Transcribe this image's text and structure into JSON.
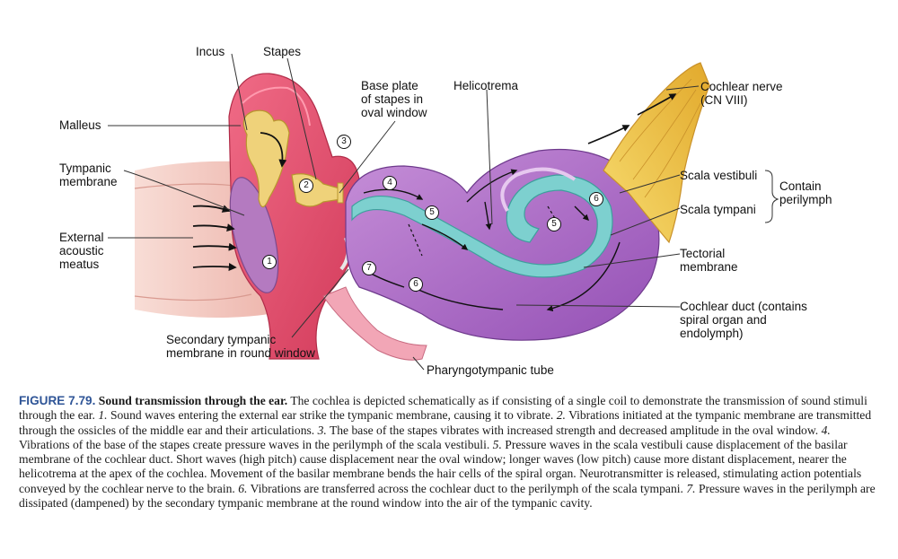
{
  "labels": {
    "incus": "Incus",
    "stapes": "Stapes",
    "malleus": "Malleus",
    "tympanic_membrane": [
      "Tympanic",
      "membrane"
    ],
    "external_acoustic_meatus": [
      "External",
      "acoustic",
      "meatus"
    ],
    "base_plate": [
      "Base plate",
      "of stapes in",
      "oval window"
    ],
    "helicotrema": "Helicotrema",
    "cochlear_nerve": [
      "Cochlear nerve",
      "(CN VIII)"
    ],
    "scala_vestibuli": "Scala vestibuli",
    "scala_tympani": "Scala tympani",
    "contain_perilymph": [
      "Contain",
      "perilymph"
    ],
    "tectorial_membrane": [
      "Tectorial",
      "membrane"
    ],
    "cochlear_duct": [
      "Cochlear duct (contains",
      "spiral organ and",
      "endolymph)"
    ],
    "secondary_tympanic": [
      "Secondary tympanic",
      "membrane in round window"
    ],
    "pharyngotympanic_tube": "Pharyngotympanic tube"
  },
  "step_markers": [
    "1",
    "2",
    "3",
    "4",
    "5",
    "5",
    "6",
    "6",
    "7"
  ],
  "caption": {
    "figure_number": "FIGURE 7.79.",
    "title": "Sound transmission through the ear.",
    "intro": "The cochlea is depicted schematically as if consisting of a single coil to demonstrate the transmission of sound stimuli through the ear.",
    "steps": [
      {
        "n": "1.",
        "text": "Sound waves entering the external ear strike the tympanic membrane, causing it to vibrate."
      },
      {
        "n": "2.",
        "text": "Vibrations initiated at the tympanic membrane are transmitted through the ossicles of the middle ear and their articulations."
      },
      {
        "n": "3.",
        "text": "The base of the stapes vibrates with increased strength and decreased amplitude in the oval window."
      },
      {
        "n": "4.",
        "text": "Vibrations of the base of the stapes create pressure waves in the perilymph of the scala vestibuli."
      },
      {
        "n": "5.",
        "text": "Pressure waves in the scala vestibuli cause displacement of the basilar membrane of the cochlear duct. Short waves (high pitch) cause displacement near the oval window; longer waves (low pitch) cause more distant displacement, nearer the helicotrema at the apex of the cochlea. Movement of the basilar membrane bends the hair cells of the spiral organ. Neurotransmitter is released, stimulating action potentials conveyed by the cochlear nerve to the brain."
      },
      {
        "n": "6.",
        "text": "Vibrations are transferred across the cochlear duct to the perilymph of the scala tympani."
      },
      {
        "n": "7.",
        "text": "Pressure waves in the perilymph are dissipated (dampened) by the secondary tympanic membrane at the round window into the air of the tympanic cavity."
      }
    ]
  },
  "colors": {
    "skin": "#f2c7c0",
    "middle_ear": "#e64a6a",
    "tympanic_membrane": "#b47ac0",
    "ossicles": "#efd27a",
    "scala_vestibuli": "#b06cc4",
    "cochlear_duct": "#7dd0cf",
    "nerve": "#f2c94c",
    "caption_figure": "#2f5597"
  }
}
